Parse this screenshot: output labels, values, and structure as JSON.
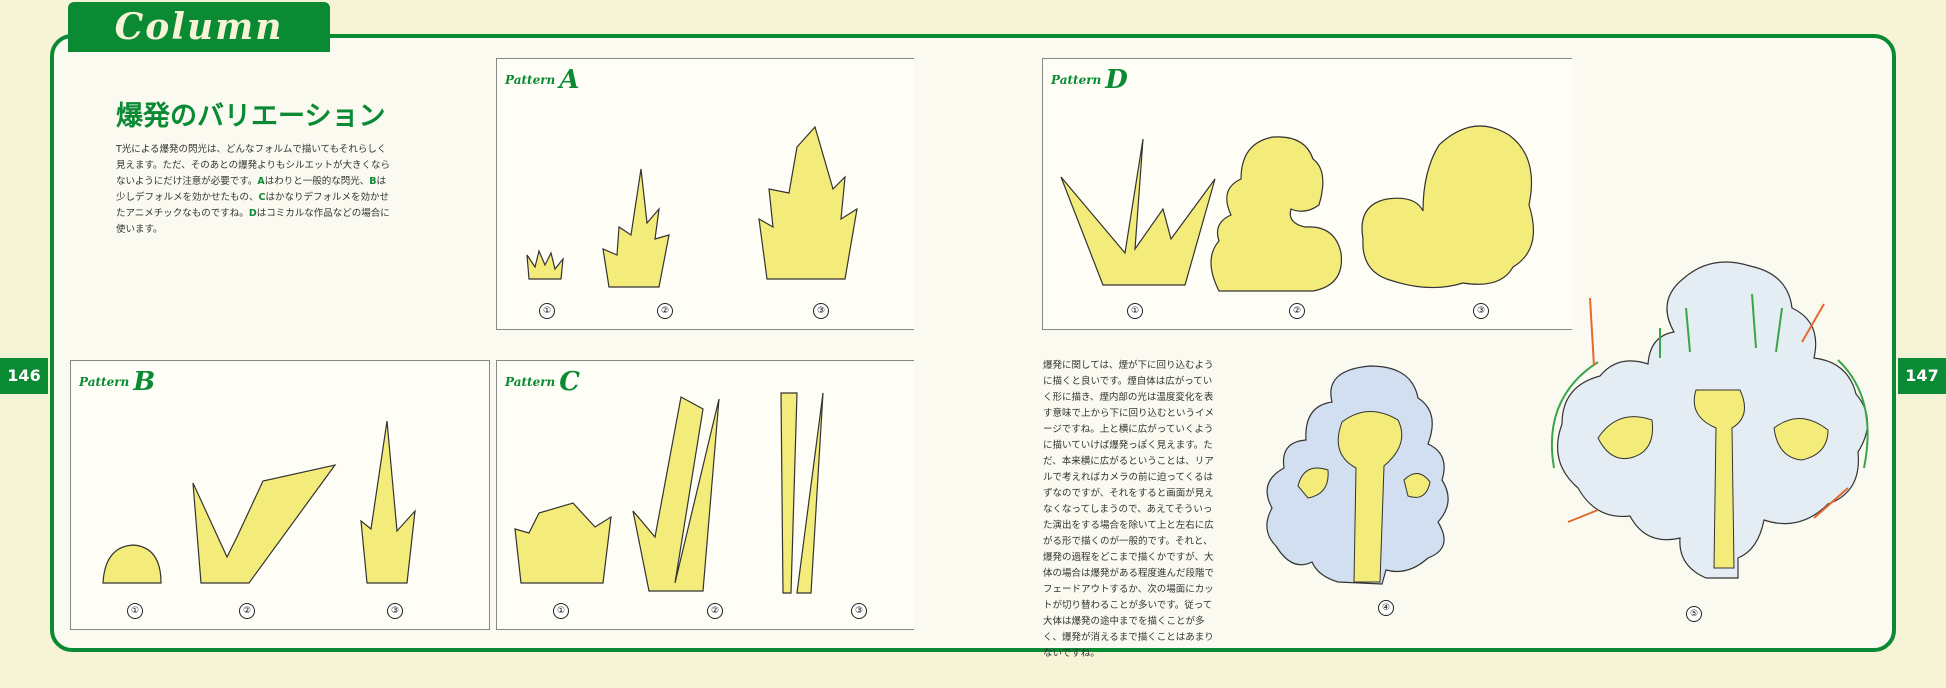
{
  "header": {
    "tab_label": "Column"
  },
  "page_numbers": {
    "left": "146",
    "right": "147"
  },
  "title": "爆発のバリエーション",
  "intro": {
    "text1": "T光による爆発の閃光は、どんなフォルムで描いてもそれらしく見えます。ただ、そのあとの爆発よりもシルエットが大きくならないようにだけ注意が必要です。",
    "a_letter": "A",
    "text2": "はわりと一般的な閃光、",
    "b_letter": "B",
    "text3": "は少しデフォルメを効かせたもの、",
    "c_letter": "C",
    "text4": "はかなりデフォルメを効かせたアニメチックなものですね。",
    "d_letter": "D",
    "text5": "はコミカルな作品などの場合に使います。"
  },
  "panels": {
    "a": {
      "label": "Pattern",
      "letter": "A",
      "numbers": [
        "①",
        "②",
        "③"
      ]
    },
    "b": {
      "label": "Pattern",
      "letter": "B",
      "numbers": [
        "①",
        "②",
        "③"
      ]
    },
    "c": {
      "label": "Pattern",
      "letter": "C",
      "numbers": [
        "①",
        "②",
        "③"
      ]
    },
    "d": {
      "label": "Pattern",
      "letter": "D",
      "numbers": [
        "①",
        "②",
        "③"
      ]
    }
  },
  "body_text": "爆発に関しては、煙が下に回り込むように描くと良いです。煙自体は広がっていく形に描き、煙内部の光は温度変化を表す意味で上から下に回り込むというイメージですね。上と横に広がっていくように描いていけば爆発っぽく見えます。ただ、本来横に広がるということは、リアルで考えればカメラの前に迫ってくるはずなのですが、それをすると画面が見えなくなってしまうので、あえてそういった演出をする場合を除いて上と左右に広がる形で描くのが一般的です。それと、爆発の過程をどこまで描くかですが、大体の場合は爆発がある程度進んだ段階でフェードアウトするか、次の場面にカットが切り替わることが多いです。従って大体は爆発の途中までを描くことが多く、爆発が消えるまで描くことはあまりないですね。",
  "bottom_numbers": {
    "four": "④",
    "five": "⑤"
  },
  "colors": {
    "brand_green": "#0b8a34",
    "page_bg": "#f7f3d6",
    "sketch_yellow": "#f4ec7a",
    "smoke_blue": "#c9d9ec",
    "accent_orange": "#e36b2d"
  }
}
